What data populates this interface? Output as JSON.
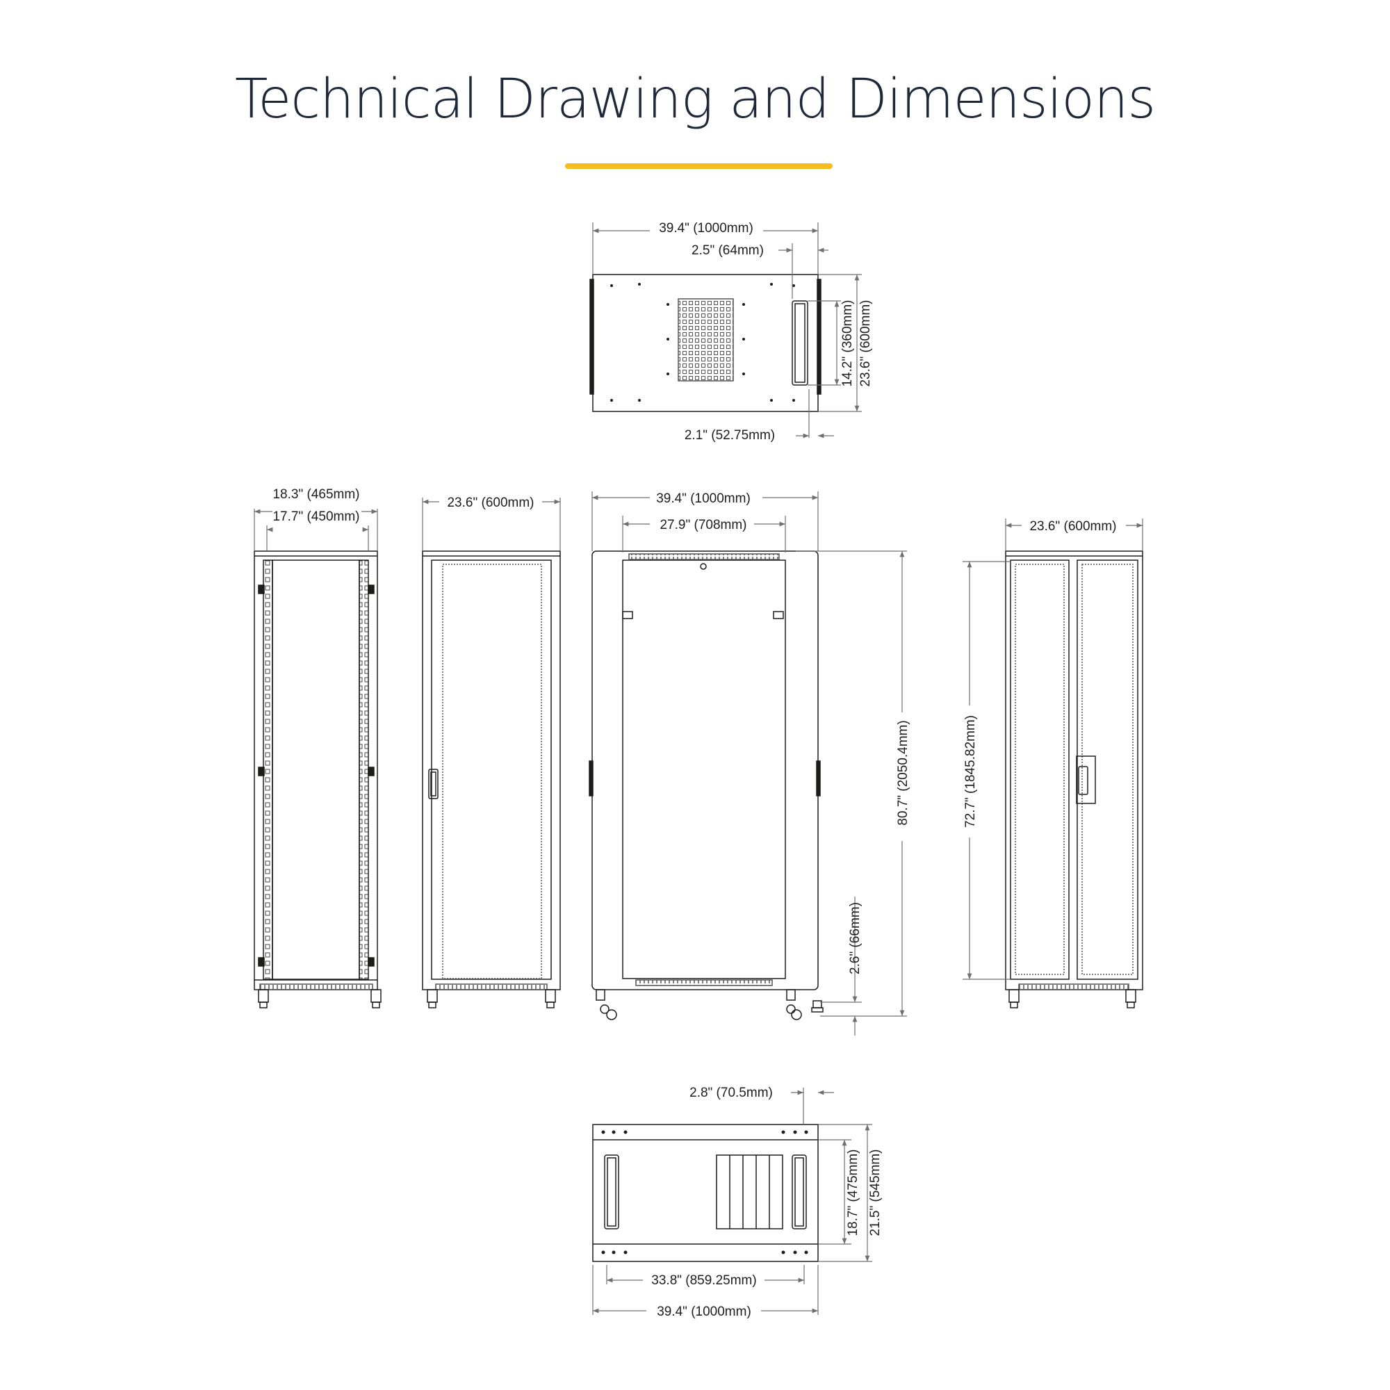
{
  "title": "Technical Drawing and Dimensions",
  "colors": {
    "accent": "#f6bb1c",
    "title": "#1e2838",
    "line": "#1d1d1b",
    "dim": "#6f6f6f"
  },
  "top_view": {
    "overall_width": "39.4\" (1000mm)",
    "edge_offset": "2.5\" (64mm)",
    "handle_length": "14.2\" (360mm)",
    "overall_depth": "23.6\" (600mm)",
    "bottom_offset": "2.1\" (52.75mm)"
  },
  "side_view": {
    "outer_width": "18.3\" (465mm)",
    "inner_width": "17.7\" (450mm)"
  },
  "front_view": {
    "width": "23.6\" (600mm)"
  },
  "side_door_view": {
    "overall_depth": "39.4\" (1000mm)",
    "door_width": "27.9\" (708mm)",
    "overall_height": "80.7\" (2050.4mm)",
    "caster_height": "2.6\" (66mm)"
  },
  "rear_view": {
    "width": "23.6\" (600mm)",
    "door_height": "72.7\" (1845.82mm)"
  },
  "bottom_view": {
    "edge_offset": "2.8\" (70.5mm)",
    "inner_depth": "18.7\" (475mm)",
    "outer_depth": "21.5\" (545mm)",
    "mount_spacing": "33.8\" (859.25mm)",
    "overall_width": "39.4\" (1000mm)"
  }
}
